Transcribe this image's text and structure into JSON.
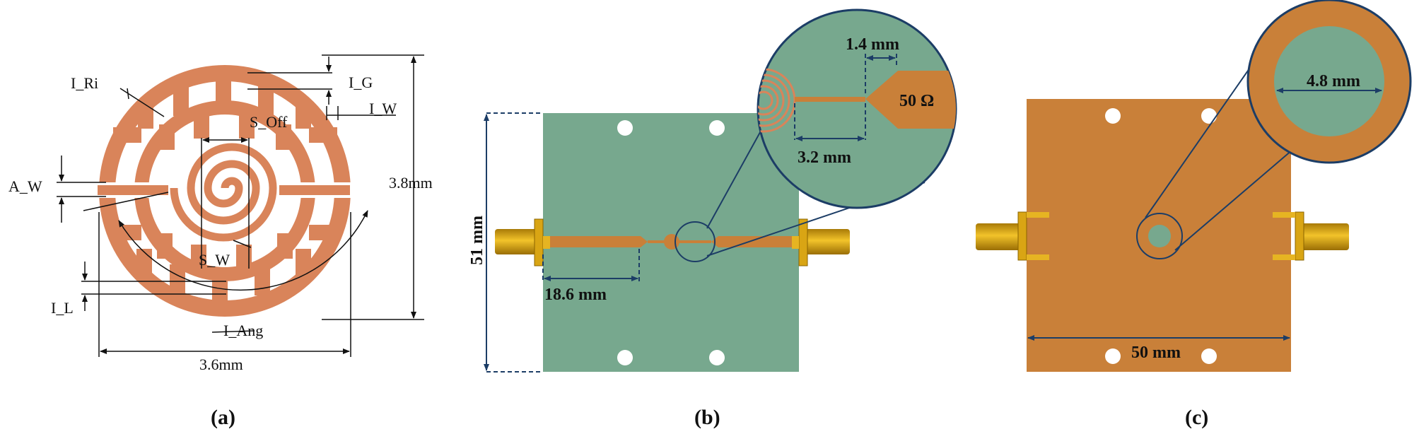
{
  "panels": {
    "a": {
      "caption": "(a)",
      "labels": {
        "i_ri": "I_Ri",
        "i_g": "I_G",
        "i_w": "I_W",
        "s_off": "S_Off",
        "a_w": "A_W",
        "s_w": "S_W",
        "i_l": "I_L",
        "i_ang": "I_Ang",
        "height": "3.8mm",
        "width": "3.6mm"
      }
    },
    "b": {
      "caption": "(b)",
      "labels": {
        "height": "51 mm",
        "feed_length": "18.6 mm",
        "gap": "1.4 mm",
        "line_length": "3.2 mm",
        "impedance": "50 Ω"
      }
    },
    "c": {
      "caption": "(c)",
      "labels": {
        "width": "50 mm",
        "hole": "4.8 mm"
      }
    }
  },
  "colors": {
    "copper_trace": "#d9845a",
    "copper_board": "#c98039",
    "substrate": "#77a88e",
    "connector": "#d9a514",
    "dimension_line": "#1c3d66"
  }
}
